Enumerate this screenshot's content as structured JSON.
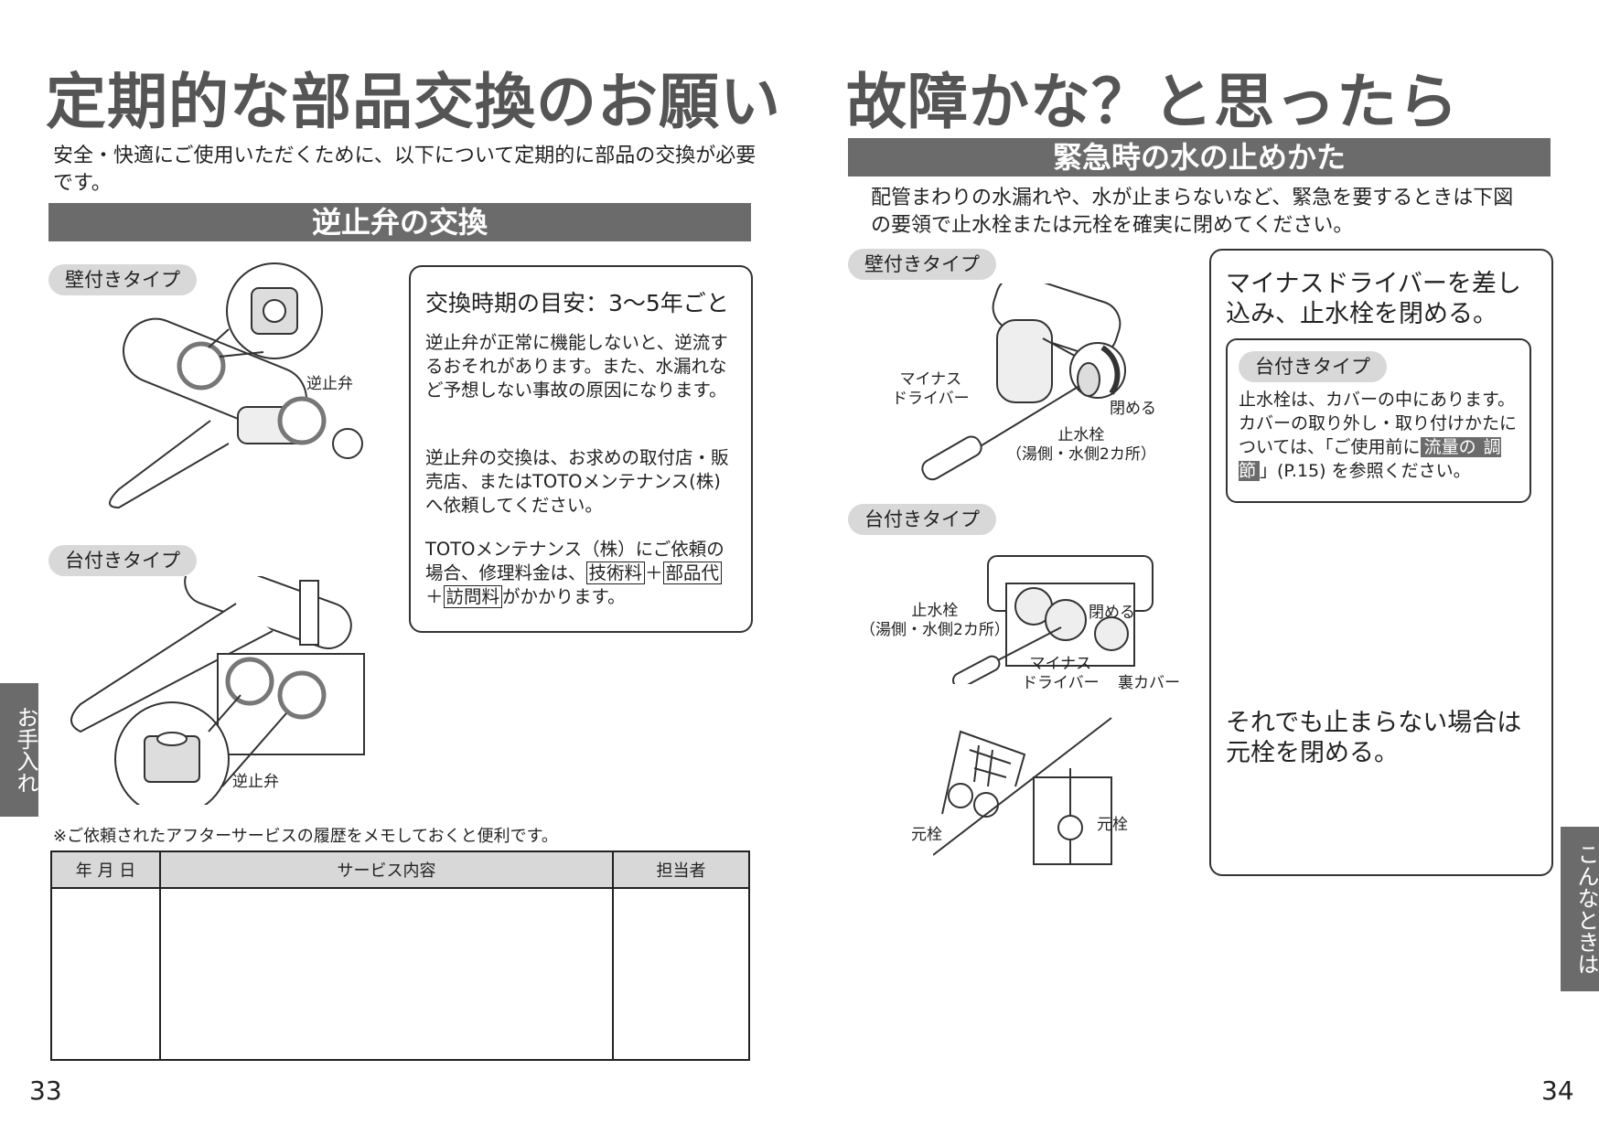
{
  "left_page": {
    "title": "定期的な部品交換のお願い",
    "intro": "安全・快適にご使用いただくために、以下について定期的に部品の交換が必要です。",
    "section_bar": "逆止弁の交換",
    "wall_type_label": "壁付きタイプ",
    "deck_type_label": "台付きタイプ",
    "callout_valve": "逆止弁",
    "info_box": {
      "title": "交換時期の目安：3〜5年ごと",
      "para1": "逆止弁が正常に機能しないと、逆流するおそれがあります。また、水漏れなど予想しない事故の原因になります。",
      "para2": "逆止弁の交換は、お求めの取付店・販売店、またはTOTOメンテナンス(株)へ依頼してください。",
      "para3_a": "TOTOメンテナンス（株）にご依頼の場合、修理料金は、",
      "fee1": "技術料",
      "plus": "＋",
      "fee2": "部品代",
      "fee3": "訪問料",
      "para3_b": "がかかります。"
    },
    "memo_note": "※ご依頼されたアフターサービスの履歴をメモしておくと便利です。",
    "table_headers": [
      "年 月 日",
      "サービス内容",
      "担当者"
    ],
    "side_tab": "お手入れ",
    "page_number": "33"
  },
  "right_page": {
    "title": "故障かな？と思ったら",
    "section_bar": "緊急時の水の止めかた",
    "intro": "配管まわりの水漏れや、水が止まらないなど、緊急を要するときは下図の要領で止水栓または元栓を確実に閉めてください。",
    "wall_type_label": "壁付きタイプ",
    "deck_type_label": "台付きタイプ",
    "callouts": {
      "driver": "マイナス\nドライバー",
      "close": "閉める",
      "stop_valve": "止水栓\n（湯側・水側2カ所）",
      "back_cover": "裏カバー",
      "main_valve": "元栓"
    },
    "instruction_box": {
      "step1": "マイナスドライバーを差し込み、止水栓を閉める。",
      "inner_label": "台付きタイプ",
      "inner_text_a": "止水栓は、カバーの中にあります。カバーの取り外し・取り付けかたについては、「ご使用前に",
      "inner_link_1": "流量の",
      "inner_link_2": "調節",
      "inner_text_b": "」(P.15) を参照ください。",
      "step2": "それでも止まらない場合は元栓を閉める。"
    },
    "side_tab": "こんなときは",
    "page_number": "34"
  }
}
